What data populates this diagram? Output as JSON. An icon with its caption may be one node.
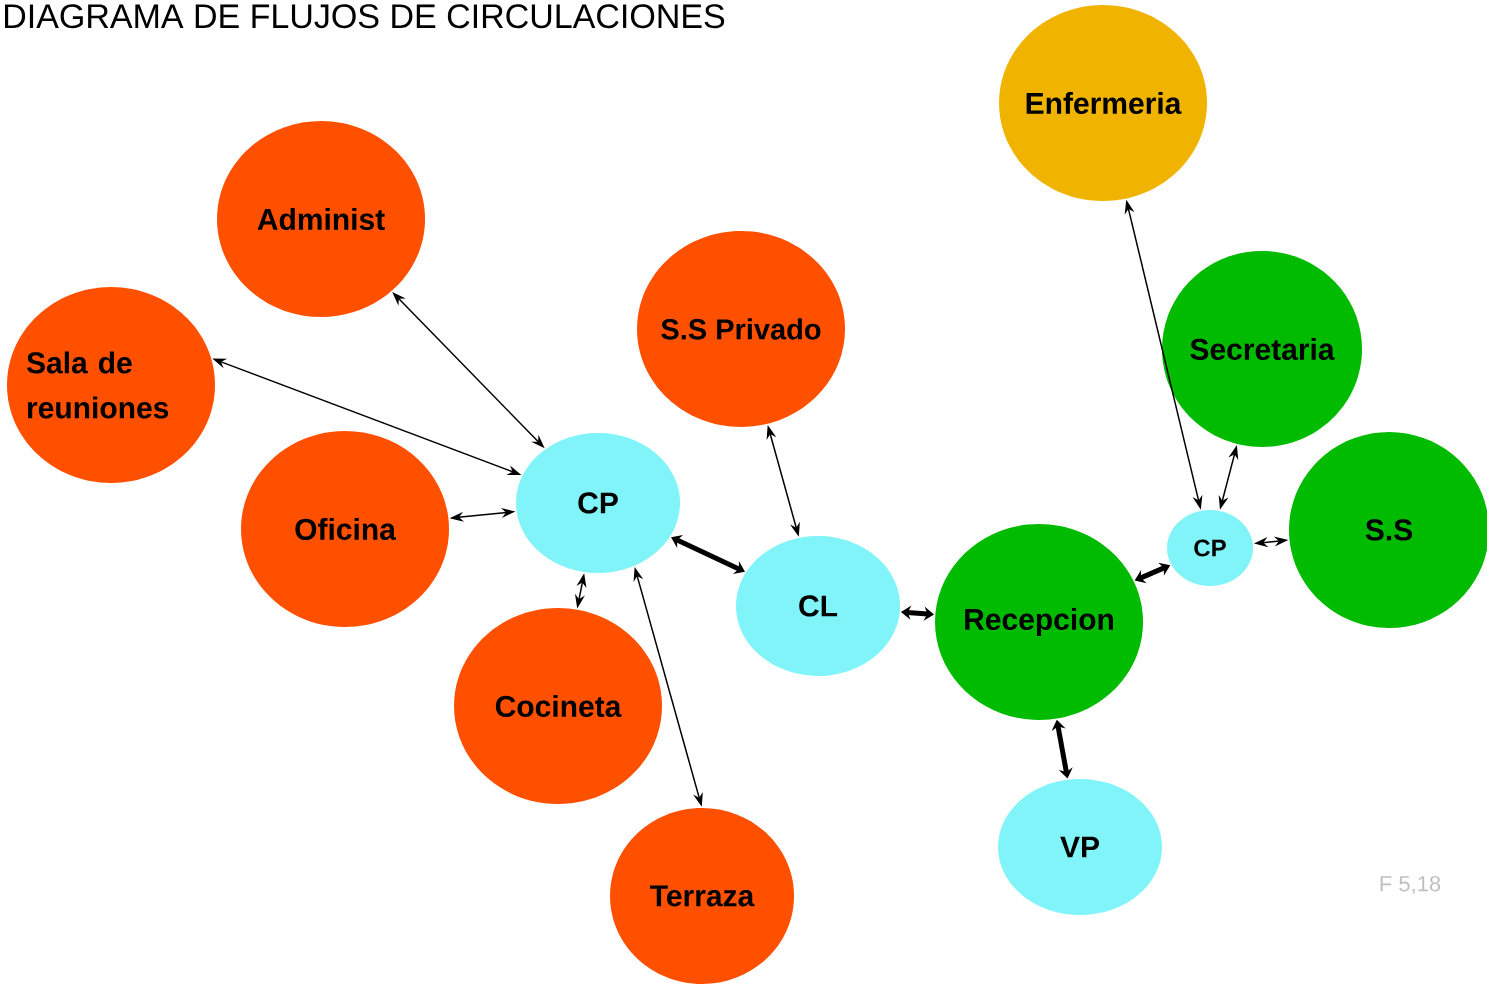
{
  "diagram": {
    "title": "DIAGRAMA DE FLUJOS DE CIRCULACIONES",
    "nodes": [
      {
        "text": [
          "Enfermeria"
        ]
      },
      {
        "text": [
          "Administ"
        ]
      },
      {
        "text": [
          "S.S Privado"
        ]
      },
      {
        "text": [
          "Secretaria"
        ]
      },
      {
        "text": [
          "Sala de reuniones"
        ]
      },
      {
        "text": [
          "Oficina"
        ]
      },
      {
        "text": [
          "CP"
        ]
      },
      {
        "text": [
          "S.S"
        ]
      },
      {
        "text": [
          "CP"
        ]
      },
      {
        "text": [
          "CL"
        ]
      },
      {
        "text": [
          "Recepcion"
        ]
      },
      {
        "text": [
          "Cocineta"
        ]
      },
      {
        "text": [
          "VP"
        ]
      },
      {
        "text": [
          "Terraza"
        ]
      }
    ],
    "edges": [
      {
        "from": 1,
        "to": 6,
        "arrow": "both"
      },
      {
        "from": 4,
        "to": 6,
        "arrow": "both"
      },
      {
        "from": 5,
        "to": 6,
        "arrow": "both"
      },
      {
        "from": 6,
        "to": 11,
        "arrow": "both"
      },
      {
        "from": 6,
        "to": 13,
        "arrow": "both"
      },
      {
        "from": 6,
        "to": 9,
        "arrow": "both",
        "style": "thick"
      },
      {
        "from": 2,
        "to": 9,
        "arrow": "both"
      },
      {
        "from": 9,
        "to": 10,
        "arrow": "both",
        "style": "thick"
      },
      {
        "from": 10,
        "to": 8,
        "arrow": "both",
        "style": "thick"
      },
      {
        "from": 8,
        "to": 3,
        "arrow": "both"
      },
      {
        "from": 8,
        "to": 7,
        "arrow": "both"
      },
      {
        "from": 0,
        "to": 8,
        "arrow": "both"
      },
      {
        "from": 10,
        "to": 12,
        "arrow": "both",
        "style": "thick"
      }
    ],
    "labels": [
      "F 5,18"
    ]
  }
}
